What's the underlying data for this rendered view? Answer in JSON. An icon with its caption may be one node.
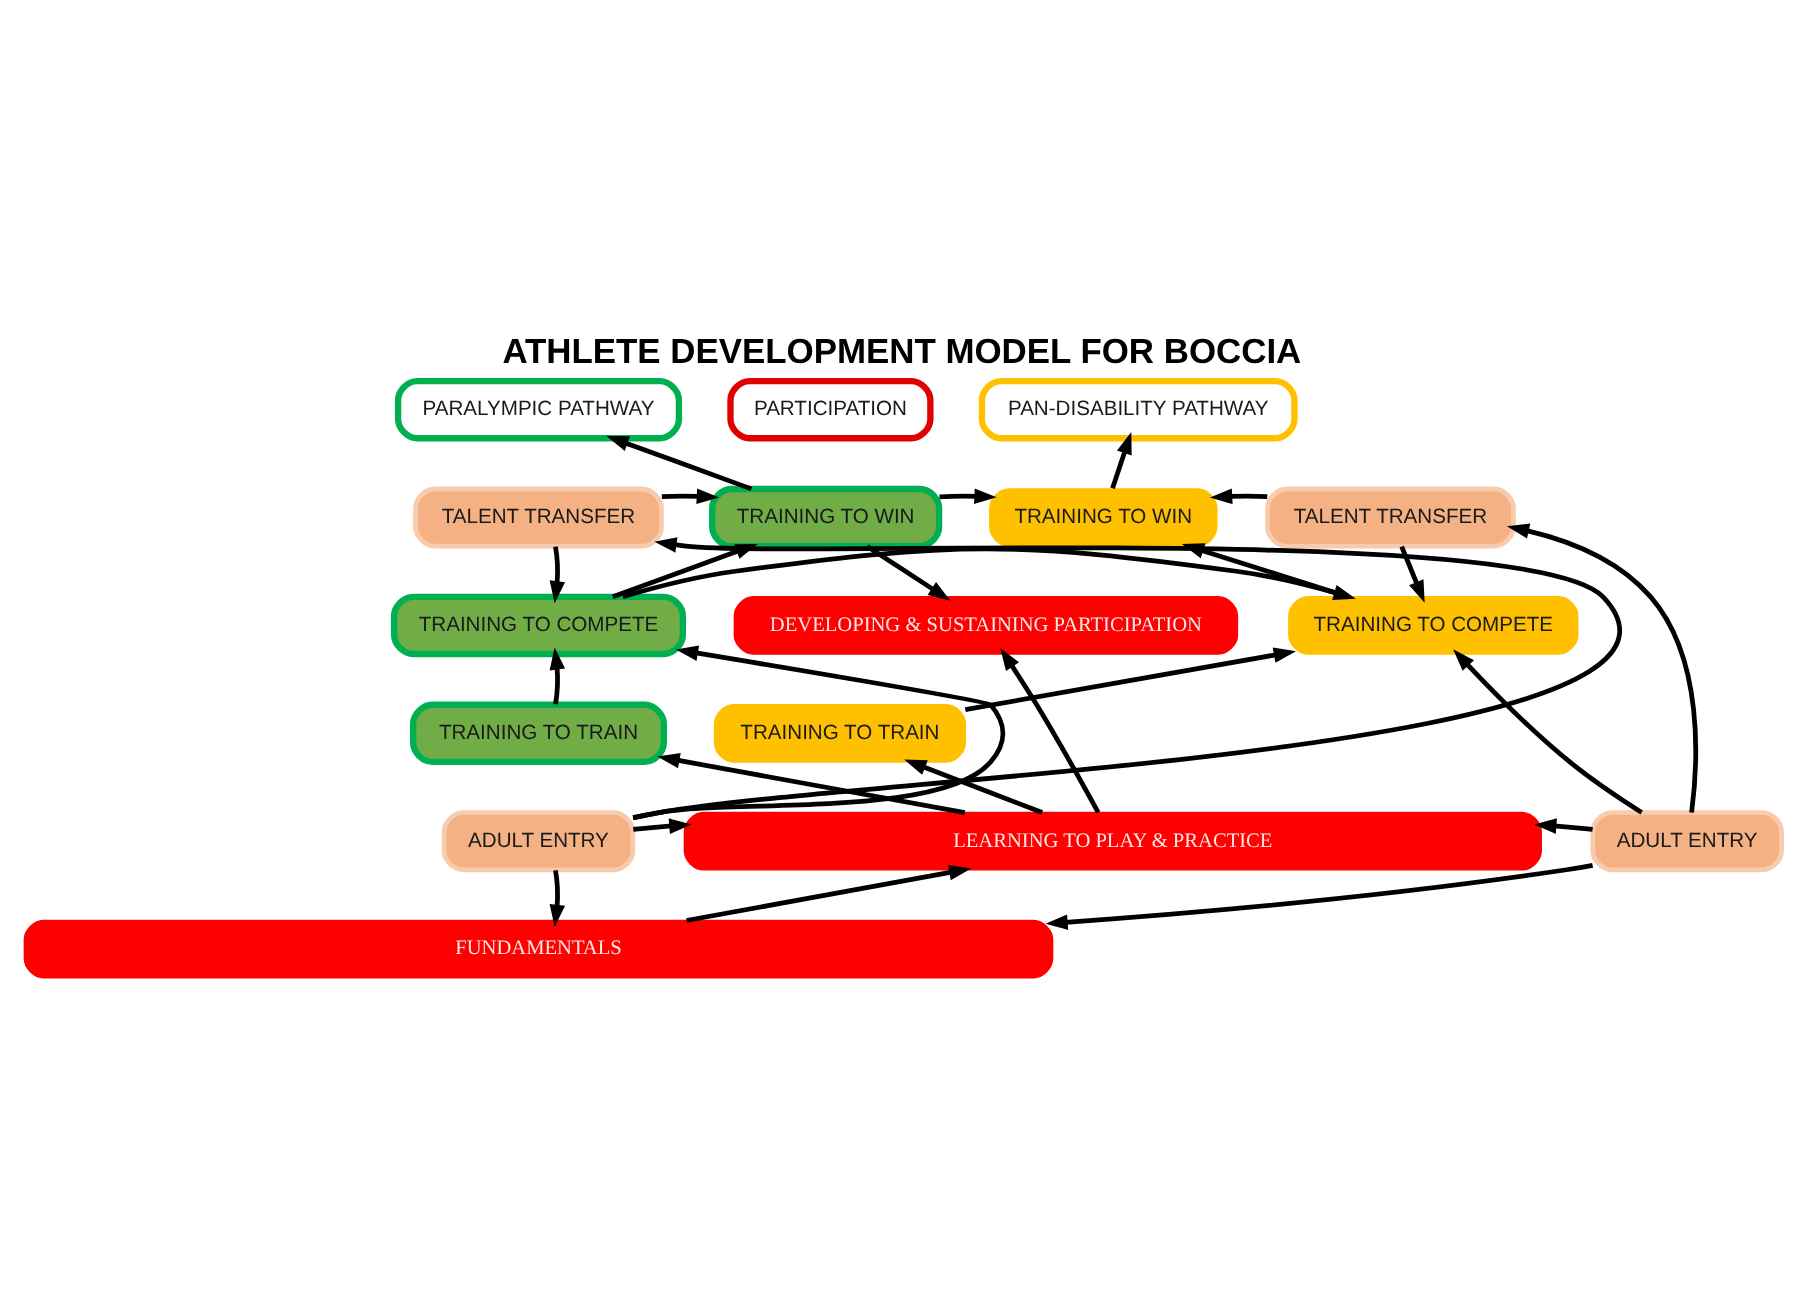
{
  "diagram": {
    "title": "ATHLETE DEVELOPMENT MODEL FOR BOCCIA",
    "nodes": [
      {
        "text": [
          "PARALYMPIC PATHWAY"
        ]
      },
      {
        "text": [
          "PARTICIPATION"
        ]
      },
      {
        "text": [
          "PAN-DISABILITY PATHWAY"
        ]
      },
      {
        "text": [
          "TALENT TRANSFER"
        ]
      },
      {
        "text": [
          "TRAINING TO WIN"
        ]
      },
      {
        "text": [
          "TRAINING TO WIN"
        ]
      },
      {
        "text": [
          "TALENT TRANSFER"
        ]
      },
      {
        "text": [
          "TRAINING TO COMPETE"
        ]
      },
      {
        "text": [
          "DEVELOPING & SUSTAINING PARTICIPATION"
        ]
      },
      {
        "text": [
          "TRAINING TO COMPETE"
        ]
      },
      {
        "text": [
          "TRAINING TO TRAIN"
        ]
      },
      {
        "text": [
          "TRAINING TO TRAIN"
        ]
      },
      {
        "text": [
          "ADULT ENTRY"
        ]
      },
      {
        "text": [
          "LEARNING TO PLAY & PRACTICE"
        ]
      },
      {
        "text": [
          "ADULT ENTRY"
        ]
      },
      {
        "text": [
          "FUNDAMENTALS"
        ]
      }
    ],
    "edges": [
      {
        "from": 4,
        "to": 0,
        "arrow": "to"
      },
      {
        "from": 5,
        "to": 2,
        "arrow": "to"
      },
      {
        "from": 3,
        "to": 4,
        "arrow": "to"
      },
      {
        "from": 3,
        "to": 7,
        "arrow": "to"
      },
      {
        "from": 6,
        "to": 5,
        "arrow": "to"
      },
      {
        "from": 6,
        "to": 9,
        "arrow": "to"
      },
      {
        "from": 4,
        "to": 5,
        "arrow": "to"
      },
      {
        "from": 4,
        "to": 8,
        "arrow": "to"
      },
      {
        "from": 7,
        "to": 9,
        "arrow": "to"
      },
      {
        "from": 7,
        "to": 4,
        "arrow": "to"
      },
      {
        "from": 9,
        "to": 5,
        "arrow": "to"
      },
      {
        "from": 10,
        "to": 7,
        "arrow": "to"
      },
      {
        "from": 11,
        "to": 9,
        "arrow": "to"
      },
      {
        "from": 13,
        "to": 10,
        "arrow": "to"
      },
      {
        "from": 13,
        "to": 8,
        "arrow": "to"
      },
      {
        "from": 13,
        "to": 11,
        "arrow": "to"
      },
      {
        "from": 15,
        "to": 13,
        "arrow": "to"
      },
      {
        "from": 12,
        "to": 3,
        "arrow": "to"
      },
      {
        "from": 12,
        "to": 7,
        "arrow": "to"
      },
      {
        "from": 12,
        "to": 13,
        "arrow": "to"
      },
      {
        "from": 12,
        "to": 15,
        "arrow": "to"
      },
      {
        "from": 14,
        "to": 6,
        "arrow": "to"
      },
      {
        "from": 14,
        "to": 9,
        "arrow": "to"
      },
      {
        "from": 14,
        "to": 13,
        "arrow": "to"
      },
      {
        "from": 14,
        "to": 15,
        "arrow": "to"
      }
    ]
  }
}
